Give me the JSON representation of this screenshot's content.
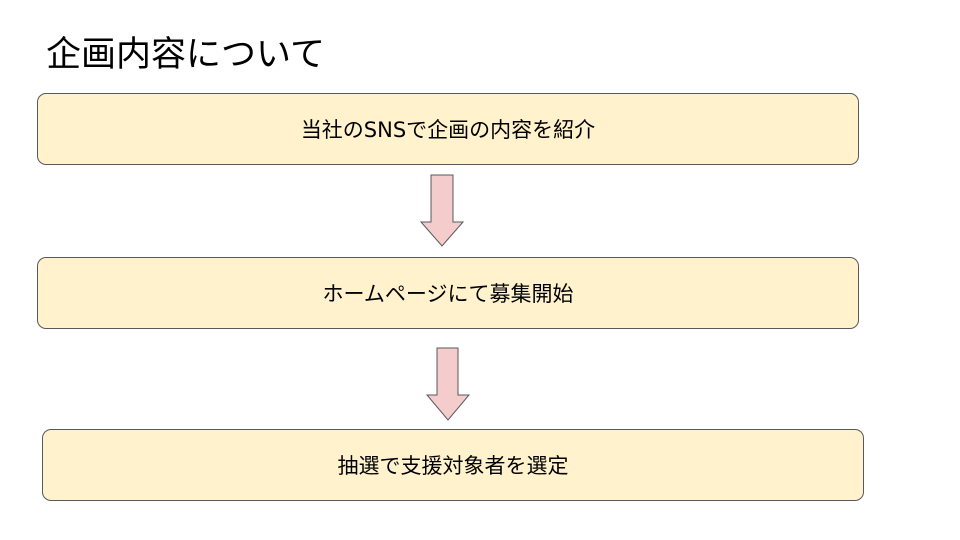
{
  "title": "企画内容について",
  "steps": [
    {
      "label": "当社のSNSで企画の内容を紹介"
    },
    {
      "label": "ホームページにて募集開始"
    },
    {
      "label": "抽選で支援対象者を選定"
    }
  ],
  "colors": {
    "box_fill": "#fff2cc",
    "arrow_fill": "#f4cccc",
    "border": "#595959"
  }
}
